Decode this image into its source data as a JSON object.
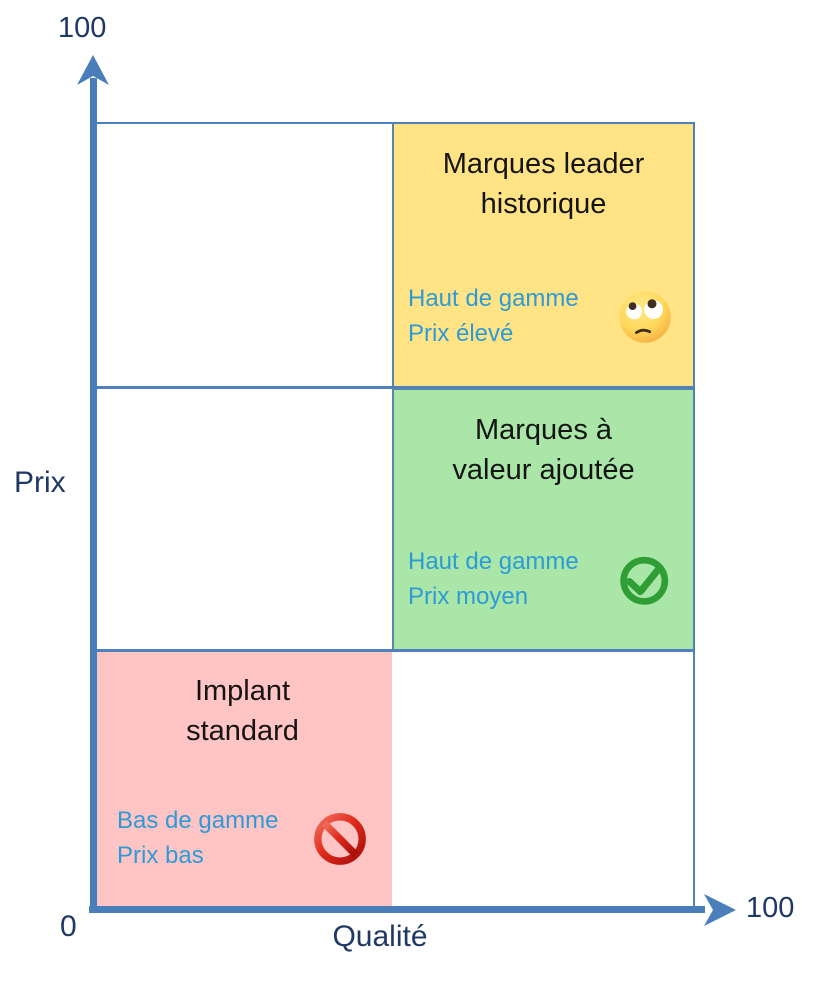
{
  "axes": {
    "y_max_label": "100",
    "y_label": "Prix",
    "origin_label": "0",
    "x_label": "Qualité",
    "x_max_label": "100"
  },
  "quadrants": {
    "top_right": {
      "title_line1": "Marques leader",
      "title_line2": "historique",
      "sub_line1": "Haut de gamme",
      "sub_line2": "Prix élevé",
      "emoji": "face-with-rolling-eyes",
      "fill": "#FFE385"
    },
    "middle_right": {
      "title_line1": "Marques à",
      "title_line2": "valeur ajoutée",
      "sub_line1": "Haut de gamme",
      "sub_line2": "Prix moyen",
      "emoji": "green-check-circle",
      "fill": "#A9E6A7"
    },
    "bottom_left": {
      "title_line1": "Implant",
      "title_line2": "standard",
      "sub_line1": "Bas de gamme",
      "sub_line2": "Prix bas",
      "emoji": "prohibited-sign",
      "fill": "#FFC4C4"
    }
  },
  "colors": {
    "axis_blue": "#4A7EBB",
    "grid_blue": "#4F81BD",
    "cell_border_blue": "#5E87A0",
    "navy_text": "#1F3864",
    "cyan_text": "#2E9BD6",
    "title_text": "#141414",
    "yellow_fill": "#FFE385",
    "green_fill": "#A9E6A7",
    "red_fill": "#FFC4C4",
    "check_green": "#2E9E35",
    "prohibited_red": "#D01A10"
  }
}
